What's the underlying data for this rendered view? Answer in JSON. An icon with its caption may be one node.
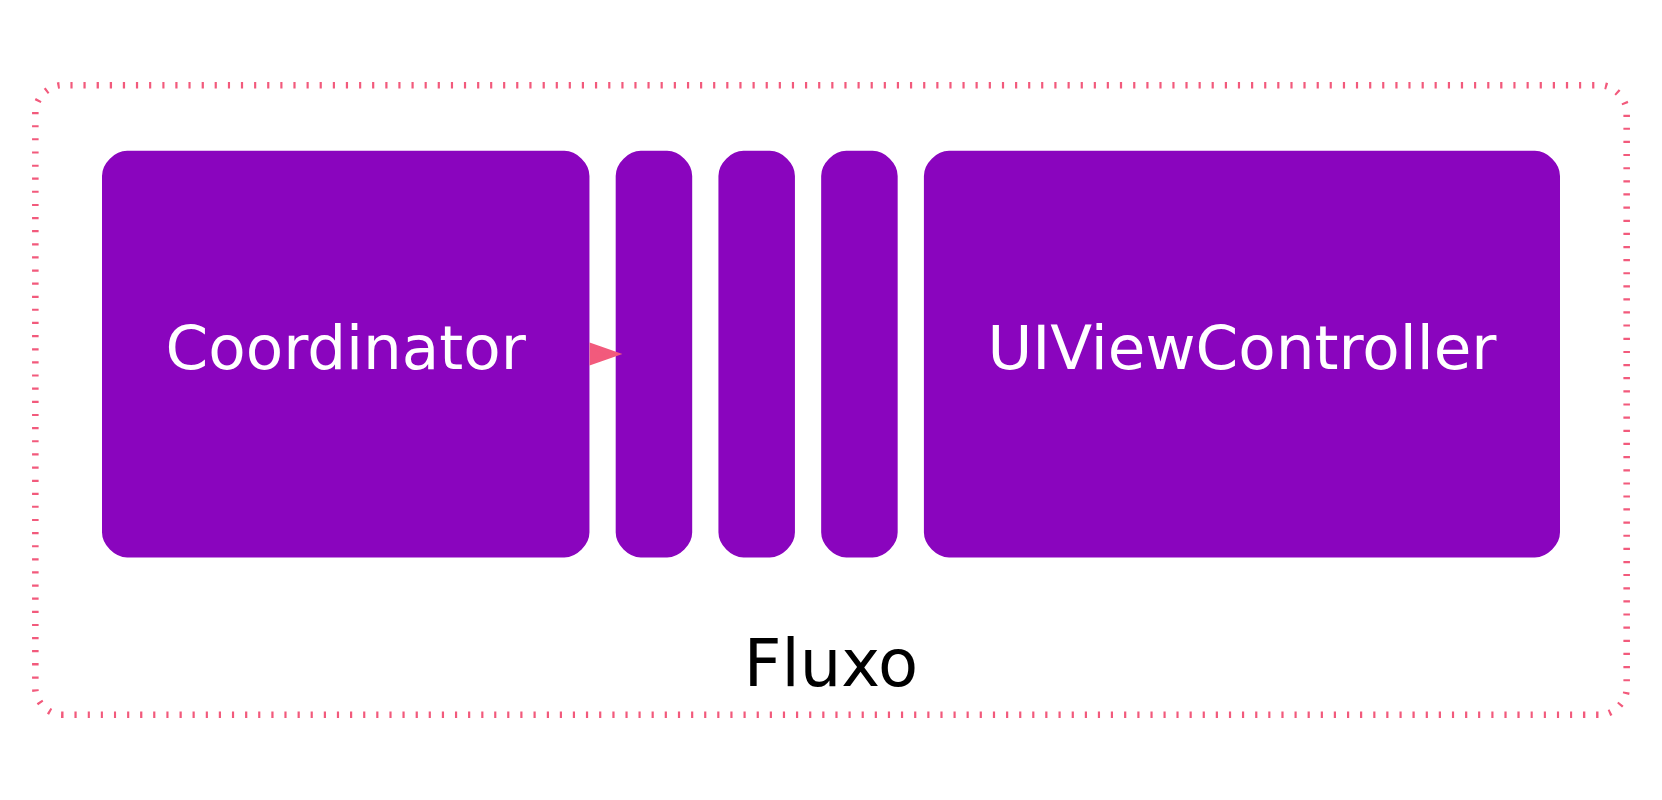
{
  "diagram": {
    "nodes": [
      {
        "text": [
          "Fluxo"
        ]
      },
      {
        "text": [
          "Coordinator"
        ],
        "in": 0
      },
      {
        "text": [],
        "shape": "box",
        "in": 0
      },
      {
        "text": [],
        "shape": "box",
        "in": 0
      },
      {
        "text": [],
        "shape": "box",
        "in": 0
      },
      {
        "text": [
          "UIViewController"
        ],
        "in": 0
      }
    ],
    "edges": [
      {
        "from": 1,
        "to": 2,
        "arrow": "to"
      }
    ]
  }
}
